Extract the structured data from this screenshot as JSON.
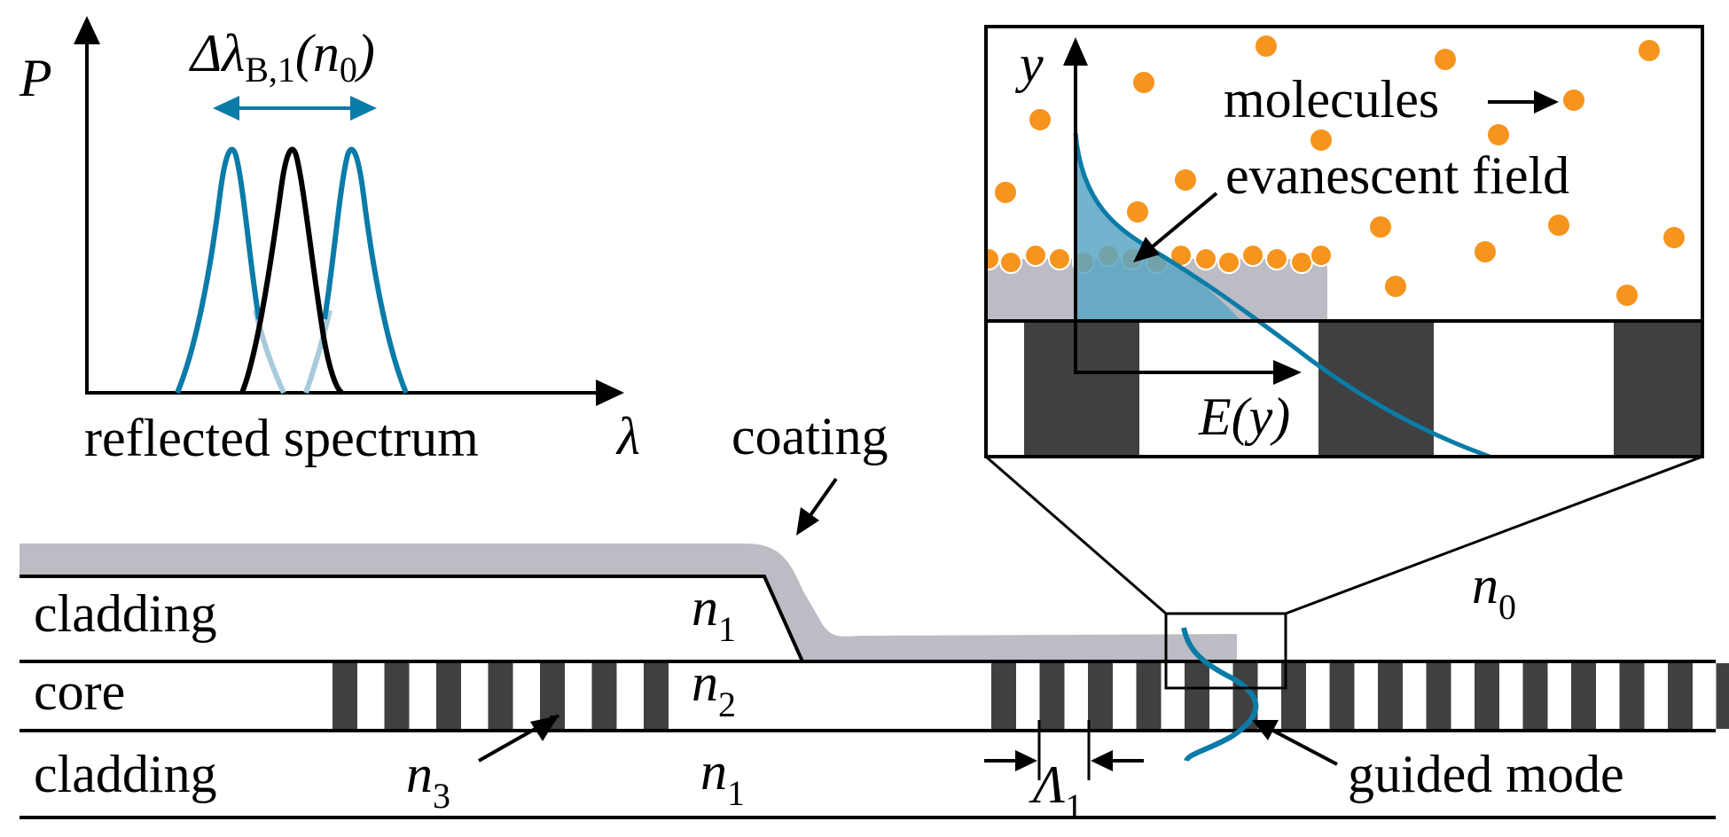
{
  "colors": {
    "accent_blue": "#0b7ba8",
    "light_blue": "#a7cbdc",
    "molecule_orange": "#f7941d",
    "coating_gray": "#bcbcc4",
    "grating_dark": "#404040",
    "field_fill": "#5aa6c4"
  },
  "spectrum": {
    "axis_y": "P",
    "axis_x": "λ",
    "bandwidth_delta": "Δλ",
    "bandwidth_sub": "B,1",
    "bandwidth_arg_open": "(n",
    "bandwidth_arg_sub": "0",
    "bandwidth_arg_close": ")",
    "caption": "reflected spectrum"
  },
  "inset": {
    "axis_y": "y",
    "axis_x": "E(y)",
    "molecules_label": "molecules",
    "field_label": "evanescent field"
  },
  "fiber": {
    "coating_label": "coating",
    "layer_top": "cladding",
    "layer_mid": "core",
    "layer_bottom": "cladding",
    "n1_top": "1",
    "n2": "2",
    "n3": "3",
    "n1_bottom": "1",
    "n0": "0",
    "n_letter": "n",
    "period_letter": "Λ",
    "period_sub": "1",
    "guided_mode_label": "guided mode"
  }
}
